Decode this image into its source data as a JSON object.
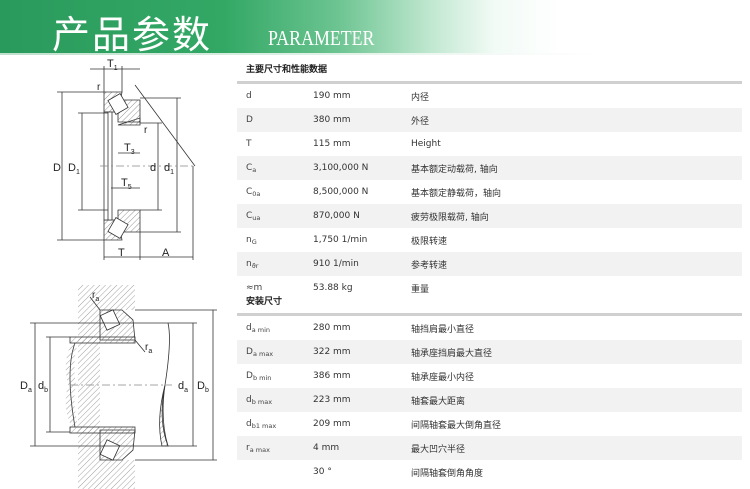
{
  "header": {
    "title_cn": "产品参数",
    "title_en": "PARAMETER"
  },
  "main_section": {
    "title": "主要尺寸和性能数据",
    "rows": [
      {
        "sym": "d",
        "sub": "",
        "value": "190 mm",
        "desc": "内径"
      },
      {
        "sym": "D",
        "sub": "",
        "value": "380 mm",
        "desc": "外径"
      },
      {
        "sym": "T",
        "sub": "",
        "value": "115 mm",
        "desc": "Height"
      },
      {
        "sym": "C",
        "sub": "a",
        "value": "3,100,000 N",
        "desc": "基本额定动载荷, 轴向"
      },
      {
        "sym": "C",
        "sub": "0a",
        "value": "8,500,000 N",
        "desc": "基本额定静载荷，轴向"
      },
      {
        "sym": "C",
        "sub": "ua",
        "value": "870,000 N",
        "desc": "疲劳极限载荷, 轴向"
      },
      {
        "sym": "n",
        "sub": "G",
        "value": "1,750 1/min",
        "desc": "极限转速"
      },
      {
        "sym": "n",
        "sub": "ϑr",
        "value": "910 1/min",
        "desc": "参考转速"
      },
      {
        "sym": "≈m",
        "sub": "",
        "value": "53.88 kg",
        "desc": "重量"
      }
    ]
  },
  "mounting_section": {
    "title": "安装尺寸",
    "rows": [
      {
        "sym": "d",
        "sub": "a min",
        "value": "280 mm",
        "desc": "轴挡肩最小直径"
      },
      {
        "sym": "D",
        "sub": "a max",
        "value": "322 mm",
        "desc": "轴承座挡肩最大直径"
      },
      {
        "sym": "D",
        "sub": "b min",
        "value": "386 mm",
        "desc": "轴承座最小内径"
      },
      {
        "sym": "d",
        "sub": "b max",
        "value": "223 mm",
        "desc": "轴套最大距离"
      },
      {
        "sym": "d",
        "sub": "b1 max",
        "value": "209 mm",
        "desc": "间隔轴套最大倒角直径"
      },
      {
        "sym": "r",
        "sub": "a max",
        "value": "4 mm",
        "desc": "最大凹穴半径"
      },
      {
        "sym": "",
        "sub": "",
        "value": "30 °",
        "desc": "间隔轴套倒角角度"
      }
    ]
  },
  "drawing_top": {
    "D": "D",
    "D1": "D",
    "D1s": "1",
    "d": "d",
    "d1": "d",
    "d1s": "1",
    "T": "T",
    "A": "A",
    "T1": "T",
    "T1s": "1",
    "T3": "T",
    "T3s": "3",
    "T5": "T",
    "T5s": "5",
    "r1": "r",
    "r2": "r"
  },
  "drawing_bottom": {
    "Da": "D",
    "Das": "a",
    "db": "d",
    "dbs": "b",
    "da": "d",
    "das": "a",
    "Db": "D",
    "Dbs": "b",
    "ra1": "r",
    "ra1s": "a",
    "ra2": "r",
    "ra2s": "a"
  }
}
